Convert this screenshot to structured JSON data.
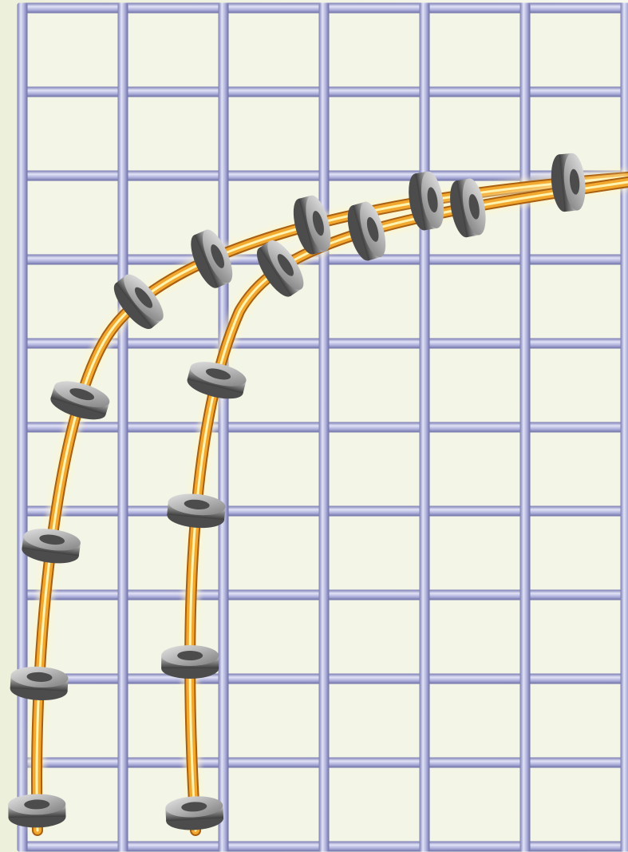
{
  "illustration": {
    "kind": "two curved glowing cables held by rings against a grid",
    "grid": {
      "columns": 6,
      "rows": 10
    },
    "cables": [
      {
        "name": "outer",
        "ring_count": 9
      },
      {
        "name": "inner",
        "ring_count": 7
      }
    ]
  },
  "colors": {
    "background": "#eef1df",
    "grid_fill": "#f3f5e6",
    "grid_bar": "#a6a8d4",
    "grid_bar_highlight": "#d9dbf2",
    "grid_bar_shadow": "#6e70a6",
    "cable_core": "#fff3b0",
    "cable_mid": "#f2a82f",
    "cable_edge": "#a95f10",
    "ring_dark": "#4c4c4c",
    "ring_mid": "#8d8d8d",
    "ring_light": "#d2d2d2"
  }
}
